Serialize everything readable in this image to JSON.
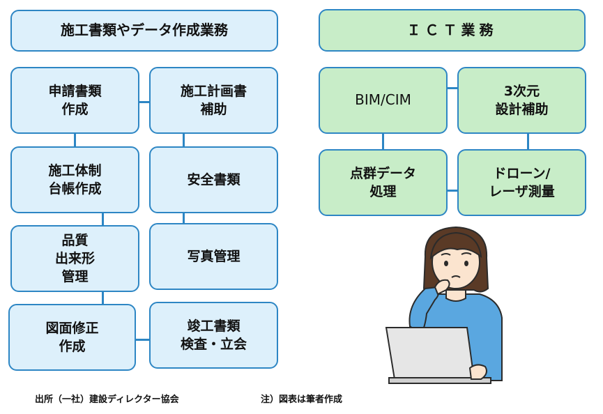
{
  "construction": {
    "header": "施工書類やデータ作成業務",
    "boxes": [
      "申請書類\n作成",
      "施工計画書\n補助",
      "施工体制\n台帳作成",
      "安全書類",
      "品質\n出来形\n管理",
      "写真管理",
      "図面修正\n作成",
      "竣工書類\n検査・立会"
    ]
  },
  "ict": {
    "header": "ＩＣＴ業務",
    "boxes": [
      "BIM/CIM",
      "3次元\n設計補助",
      "点群データ\n処理",
      "ドローン/\nレーザ測量"
    ]
  },
  "footer": {
    "source": "出所（一社）建設ディレクター協会",
    "note": "注）図表は筆者作成"
  },
  "colors": {
    "border": "#2d86c4",
    "blue_fill": "#ddf0fb",
    "green_fill": "#c8edc8"
  }
}
